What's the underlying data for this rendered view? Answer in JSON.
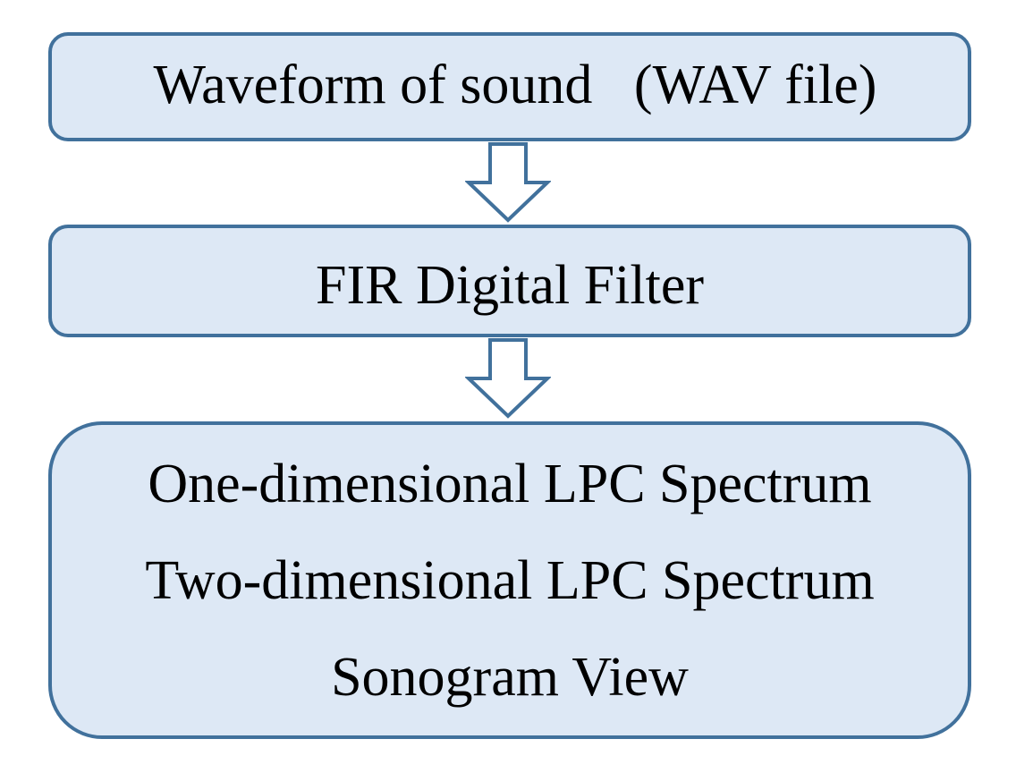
{
  "diagram": {
    "nodes": [
      {
        "id": "waveform",
        "label": "Waveform of sound   (WAV file)"
      },
      {
        "id": "fir",
        "label": "FIR Digital Filter"
      },
      {
        "id": "outputs",
        "lines": [
          "One-dimensional LPC Spectrum",
          "Two-dimensional LPC Spectrum",
          "Sonogram View"
        ]
      }
    ],
    "edges": [
      {
        "from": "waveform",
        "to": "fir"
      },
      {
        "from": "fir",
        "to": "outputs"
      }
    ],
    "colors": {
      "box_fill": "#dde8f5",
      "box_border": "#41719c",
      "arrow_fill": "#ffffff",
      "arrow_stroke": "#41719c",
      "text": "#000000"
    }
  }
}
